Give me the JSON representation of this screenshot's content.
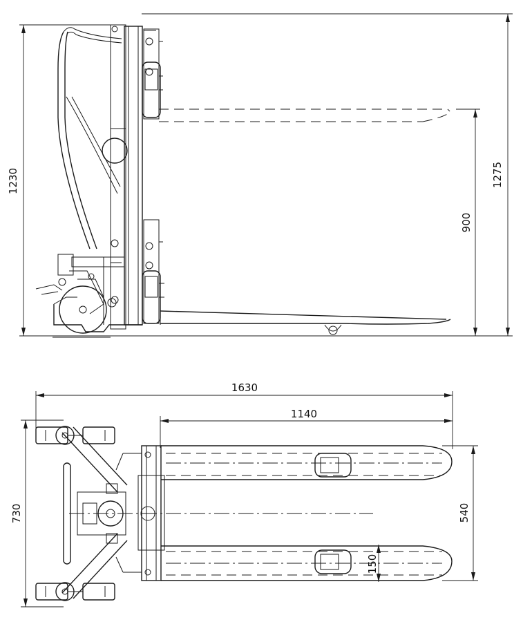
{
  "side_view": {
    "dims": {
      "overall_height": "1230",
      "fork_lift_height": "900",
      "max_height": "1275"
    }
  },
  "top_view": {
    "dims": {
      "overall_length": "1630",
      "fork_length": "1140",
      "overall_width": "730",
      "fork_outer_width": "540",
      "fork_width": "150"
    }
  }
}
